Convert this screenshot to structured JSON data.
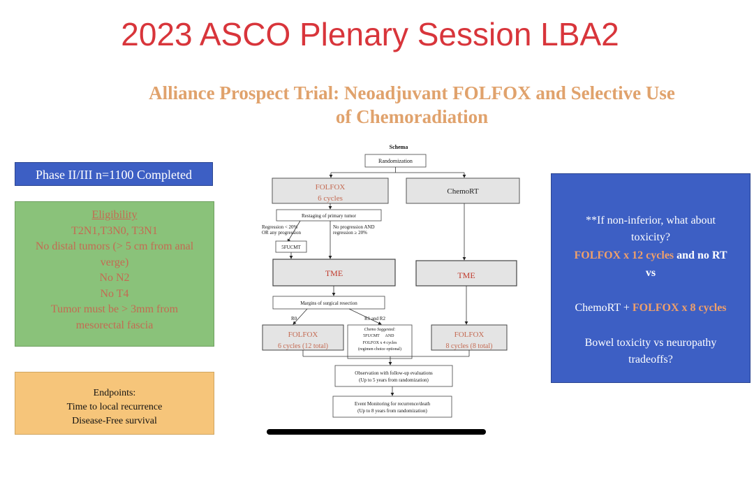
{
  "header": {
    "title": "2023 ASCO Plenary Session LBA2",
    "subtitle_line1": "Alliance Prospect Trial: Neoadjuvant FOLFOX and Selective Use",
    "subtitle_line2": "of Chemoradiation"
  },
  "left_panel": {
    "phase": "Phase II/III  n=1100 Completed",
    "eligibility": {
      "heading": "Eligibility",
      "lines": [
        "T2N1,T3N0, T3N1",
        "No distal tumors (> 5 cm from anal",
        "verge)",
        "No N2",
        "No T4",
        "Tumor must be > 3mm from",
        "mesorectal fascia"
      ]
    },
    "endpoints": {
      "heading": "Endpoints:",
      "lines": [
        "Time to local recurrence",
        "Disease-Free survival"
      ]
    }
  },
  "schema": {
    "title": "Schema",
    "randomization": "Randomization",
    "folfox_arm": {
      "line1": "FOLFOX",
      "line2": "6 cycles"
    },
    "chemort_arm": "ChemoRT",
    "restaging": "Restaging of primary tumor",
    "regression_left": {
      "line1": "Regression < 20%",
      "line2": "OR any progression"
    },
    "regression_right": {
      "line1": "No progression AND",
      "line2": "regression ≥ 20%"
    },
    "fucmt": "5FUCMT",
    "tme_left": "TME",
    "tme_right": "TME",
    "margins": "Margins of surgical resection",
    "r0": "R0",
    "r1r2": "R1 and R2",
    "folfox_post": {
      "line1": "FOLFOX",
      "line2": "6 cycles (12 total)"
    },
    "chemo_suggested": {
      "line1": "Chemo Suggested:",
      "line2": "5FUCMT",
      "line3": "AND",
      "line4": "FOLFOX x 4 cycles",
      "line5": "(regimen choice optional)"
    },
    "folfox_right": {
      "line1": "FOLFOX",
      "line2": "8 cycles (8 total)"
    },
    "observation": {
      "line1": "Observation with follow-up evaluations",
      "line2": "(Up to 5 years from randomization)"
    },
    "event": {
      "line1": "Event Monitoring for recurrence/death",
      "line2": "(Up to 8 years from randomization)"
    }
  },
  "right_panel": {
    "q_line1": "**If non-inferior, what about",
    "q_line2": "toxicity?",
    "opt1_orange": "FOLFOX x 12 cycles",
    "opt1_rest": " and no RT",
    "vs": "vs",
    "opt2_white": "ChemoRT + ",
    "opt2_orange": "FOLFOX x 8 cycles",
    "tradeoff_line1": "Bowel toxicity vs neuropathy",
    "tradeoff_line2": "tradeoffs?"
  },
  "colors": {
    "title_red": "#d8353b",
    "subtitle_orange": "#e0a26c",
    "panel_blue": "#3d5fc4",
    "eligibility_green": "#8ac27a",
    "endpoints_orange": "#f6c57a",
    "highlight_orange": "#f0a06a"
  }
}
